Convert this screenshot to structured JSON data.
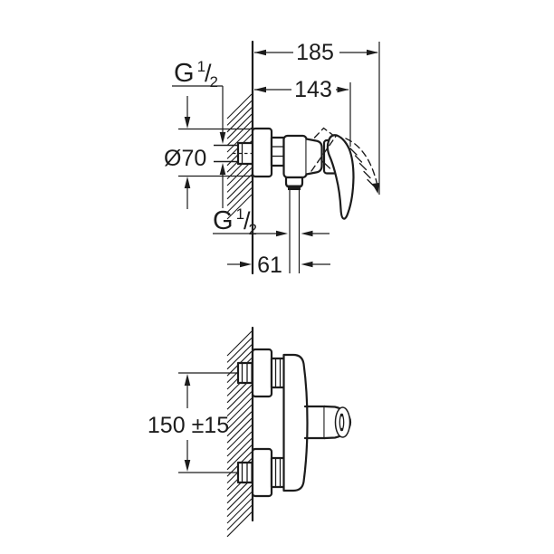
{
  "drawing_title": "Wall-mounted single-lever shower mixer installation dimensions",
  "colors": {
    "background": "#ffffff",
    "line": "#1c1c1c"
  },
  "side_view": {
    "dim_total_depth": "185",
    "dim_body_depth": "143",
    "dim_escutcheon_diameter": "Ø70",
    "dim_outlet_to_wall": "61",
    "inlet_thread": {
      "prefix": "G",
      "numerator": "1",
      "slash": "/",
      "denominator": "2"
    },
    "outlet_thread": {
      "prefix": "G",
      "numerator": "1",
      "slash": "/",
      "denominator": "2"
    }
  },
  "front_view": {
    "dim_connection_spacing": "150 ±15"
  }
}
